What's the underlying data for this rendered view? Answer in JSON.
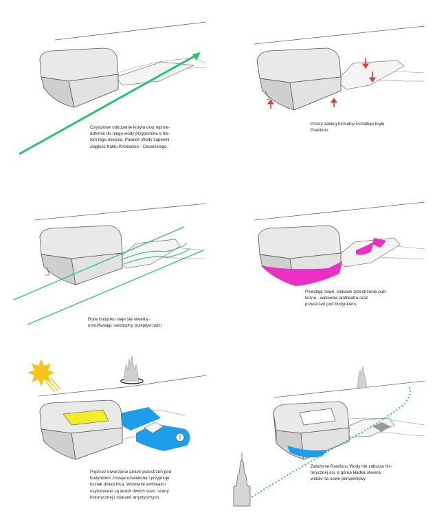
{
  "colors": {
    "building_fill": "#e2e2e2",
    "building_stroke": "#555555",
    "axis_green": "#27c46a",
    "arrow_red": "#e03b2a",
    "public_magenta": "#ea2fc5",
    "amphitheatre_blue": "#1e9de8",
    "atrium_yellow": "#f2ec2a",
    "sun_yellow": "#f6c51a"
  },
  "panels": [
    {
      "id": "axis",
      "caption": [
        "Częściowe odkopanie koryta oraz wprow-",
        "adzenie do niego wody przypomina o his-",
        "torii tego miejsca. Pawilon Wody zapewni",
        "ciągłość traktu Królewsko - Cesarskiego."
      ]
    },
    {
      "id": "form",
      "caption": [
        "Prosty zabieg formalny kształtuje bryłę",
        "Pawilonu."
      ]
    },
    {
      "id": "open",
      "caption": [
        "Bryła budynku staje się otwarta -",
        "umożliwiając swobodny przepływ ludzi"
      ]
    },
    {
      "id": "public",
      "caption": [
        "Powstają nowe, ciekawe przestrzenie pub-",
        "liczne - widownie amfiteatru oraz",
        "przestrzeń pod budynkiem."
      ]
    },
    {
      "id": "atrium",
      "caption": [
        "Poprzez utworzenie atrium przestrzeń pod",
        "budynkiem zostaje oświetlona i przyjmuje",
        "kształt dziedzińca. Widownie amfiteatru",
        "usytuowane są wokół dwóch scen: sceny",
        "historycznej i zdarzeń artystycznych."
      ]
    },
    {
      "id": "views",
      "caption": [
        "Założenie Pawilonu Wody nie zaburza his-",
        "torycznej osi, a górna kładka otwiera",
        "widoki na nowe perspektywy."
      ]
    }
  ]
}
